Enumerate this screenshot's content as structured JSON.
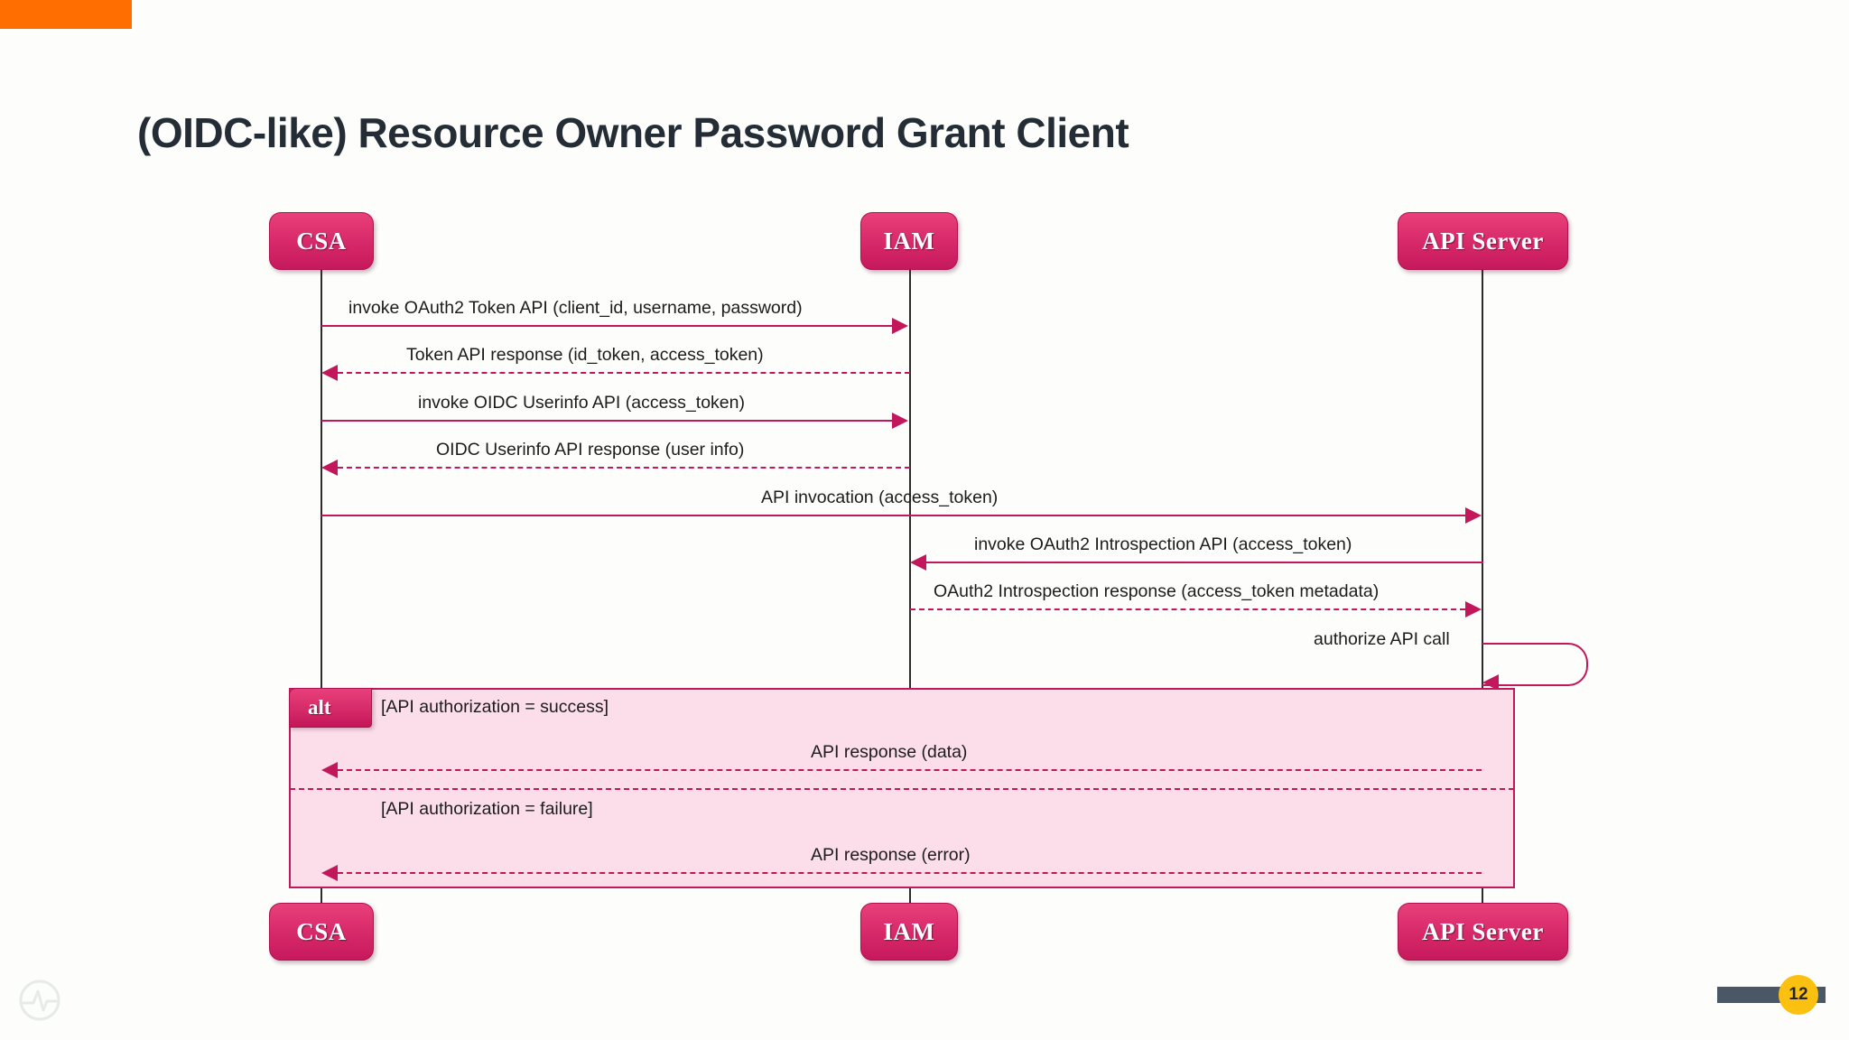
{
  "slide": {
    "title": "(OIDC-like) Resource Owner Password Grant Client",
    "page_number": "12",
    "accent_color": "#FF6E00",
    "badge_color": "#FCC010",
    "badge_bar_color": "#4A5766",
    "title_color": "#242C36",
    "background_color": "#FDFEFB",
    "logo_name": "pulse-circle-logo"
  },
  "diagram": {
    "type": "uml-sequence-diagram",
    "accent_color": "#C2185B",
    "participant_fill": "#D92B6B",
    "fragment_fill": "#FCDDEA",
    "participants": [
      {
        "name": "CSA",
        "label": "CSA"
      },
      {
        "name": "IAM",
        "label": "IAM"
      },
      {
        "name": "API Server",
        "label": "API Server"
      }
    ],
    "messages": [
      {
        "label": "invoke OAuth2 Token API (client_id, username, password)",
        "from": "CSA",
        "to": "IAM",
        "direction": "right",
        "style": "solid"
      },
      {
        "label": "Token API response (id_token, access_token)",
        "from": "IAM",
        "to": "CSA",
        "direction": "left",
        "style": "dashed"
      },
      {
        "label": "invoke OIDC Userinfo API (access_token)",
        "from": "CSA",
        "to": "IAM",
        "direction": "right",
        "style": "solid"
      },
      {
        "label": "OIDC Userinfo API response (user info)",
        "from": "IAM",
        "to": "CSA",
        "direction": "left",
        "style": "dashed"
      },
      {
        "label": "API invocation (access_token)",
        "from": "CSA",
        "to": "API Server",
        "direction": "right",
        "style": "solid"
      },
      {
        "label": "invoke OAuth2 Introspection API (access_token)",
        "from": "API Server",
        "to": "IAM",
        "direction": "left",
        "style": "solid"
      },
      {
        "label": "OAuth2 Introspection response (access_token metadata)",
        "from": "IAM",
        "to": "API Server",
        "direction": "right",
        "style": "dashed"
      },
      {
        "label": "authorize API call",
        "from": "API Server",
        "to": "API Server",
        "direction": "self",
        "style": "solid"
      }
    ],
    "fragment": {
      "operator": "alt",
      "branches": [
        {
          "guard": "[API authorization = success]",
          "messages": [
            {
              "label": "API response (data)",
              "from": "API Server",
              "to": "CSA",
              "direction": "left",
              "style": "dashed"
            }
          ]
        },
        {
          "guard": "[API authorization = failure]",
          "messages": [
            {
              "label": "API response (error)",
              "from": "API Server",
              "to": "CSA",
              "direction": "left",
              "style": "dashed"
            }
          ]
        }
      ]
    }
  }
}
